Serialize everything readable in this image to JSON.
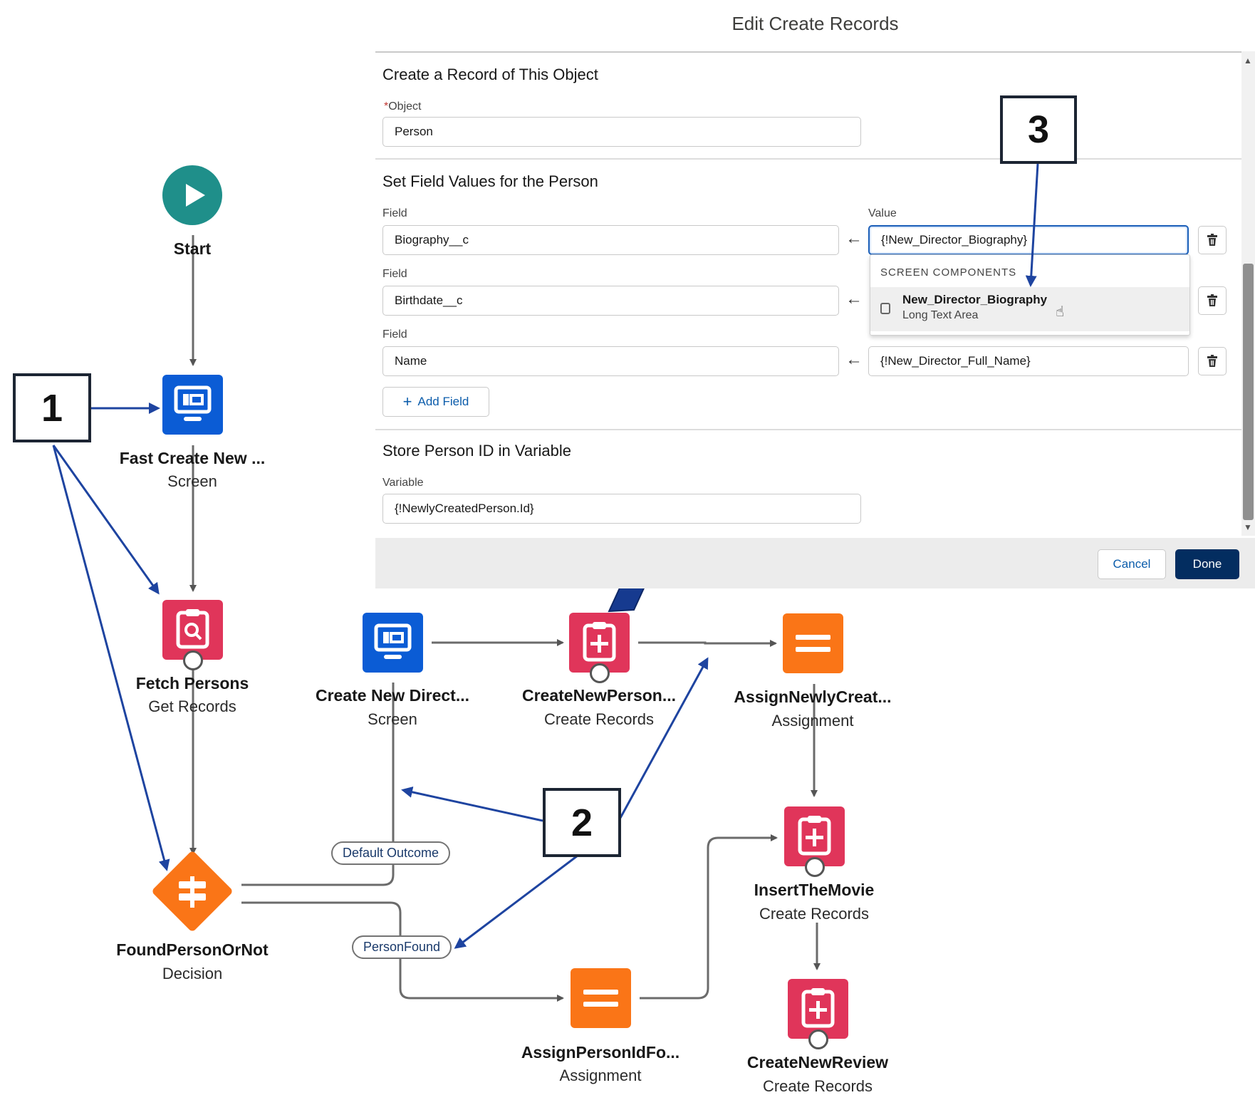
{
  "flow": {
    "start": {
      "label": "Start"
    },
    "nodes": [
      {
        "title": "Fast Create New ...",
        "subtitle": "Screen"
      },
      {
        "title": "Fetch Persons",
        "subtitle": "Get Records"
      },
      {
        "title": "FoundPersonOrNot",
        "subtitle": "Decision"
      },
      {
        "title": "Create New Direct...",
        "subtitle": "Screen"
      },
      {
        "title": "CreateNewPerson...",
        "subtitle": "Create Records"
      },
      {
        "title": "AssignNewlyCreat...",
        "subtitle": "Assignment"
      },
      {
        "title": "InsertTheMovie",
        "subtitle": "Create Records"
      },
      {
        "title": "CreateNewReview",
        "subtitle": "Create Records"
      },
      {
        "title": "AssignPersonIdFo...",
        "subtitle": "Assignment"
      }
    ],
    "outcomes": {
      "default": "Default Outcome",
      "found": "PersonFound"
    }
  },
  "callouts": [
    "1",
    "2",
    "3"
  ],
  "modal": {
    "title": "Edit Create Records",
    "section1": {
      "heading": "Create a Record of This Object",
      "required_mark": "*",
      "object_label": "Object",
      "object_value": "Person"
    },
    "section2": {
      "heading": "Set Field Values for the Person",
      "field_label": "Field",
      "value_label": "Value",
      "rows": [
        {
          "field": "Biography__c",
          "value": "{!New_Director_Biography}"
        },
        {
          "field": "Birthdate__c",
          "value": ""
        },
        {
          "field": "Name",
          "value": "{!New_Director_Full_Name}"
        }
      ],
      "add_field": "Add Field"
    },
    "dropdown": {
      "header": "SCREEN COMPONENTS",
      "item_name": "New_Director_Biography",
      "item_type": "Long Text Area"
    },
    "section3": {
      "heading": "Store Person ID in Variable",
      "variable_label": "Variable",
      "variable_value": "{!NewlyCreatedPerson.Id}"
    },
    "buttons": {
      "cancel": "Cancel",
      "done": "Done"
    }
  },
  "colors": {
    "screen": "#0b5cd5",
    "records": "#e0355a",
    "assignment": "#fa7517",
    "start": "#1f8f8a",
    "callout_arrow": "#1e44a0",
    "done_button": "#032d60"
  }
}
